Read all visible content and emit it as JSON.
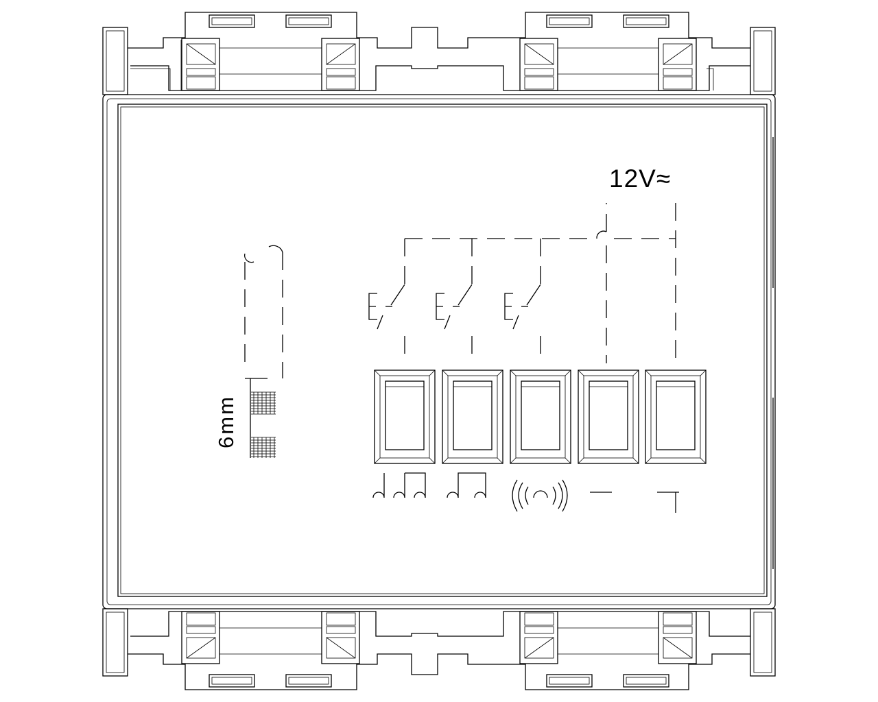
{
  "labels": {
    "voltage": "12V≈",
    "dimension": "6mm"
  },
  "buttons": [
    {
      "name": "chime-double-button",
      "icon": "double-bell-icon"
    },
    {
      "name": "chime-single-button",
      "icon": "single-bell-icon"
    },
    {
      "name": "buzzer-button",
      "icon": "sound-waves-icon"
    },
    {
      "name": "minus-terminal-button",
      "icon": "minus-icon"
    },
    {
      "name": "plus-terminal-button",
      "icon": "plus-icon"
    }
  ],
  "colors": {
    "stroke": "#000000",
    "background": "#ffffff"
  }
}
